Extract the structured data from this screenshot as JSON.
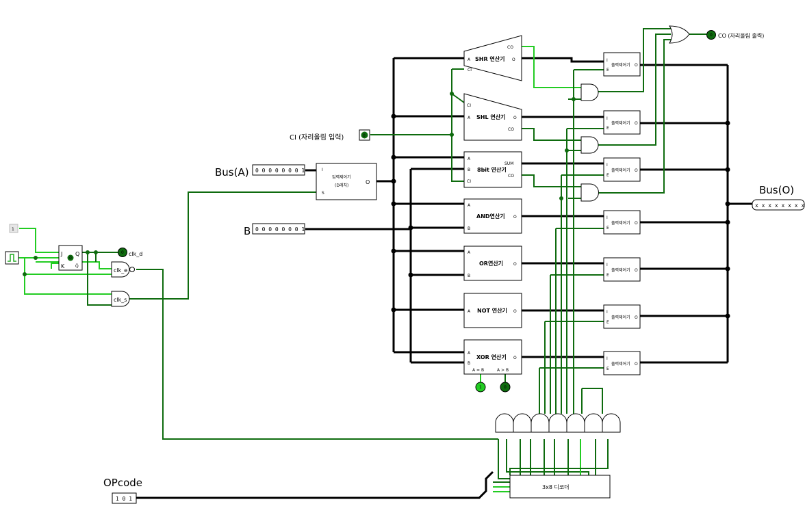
{
  "labels": {
    "bus_a": "Bus(A)",
    "b": "B",
    "bus_o": "Bus(O)",
    "opcode": "OPcode",
    "ci_input": "CI (자리올림 입력)",
    "co_output": "CO (자리올림 출력)",
    "clk_d": "clk_d",
    "clk_e": "clk_e",
    "clk_s": "clk_s"
  },
  "values": {
    "bus_a": "0 0 0 0 0 0 0 1",
    "b": "0 0 0 0 0 0 0 1",
    "bus_o": "x x x x x x x x",
    "opcode": "1 0 1",
    "const_one": "1",
    "ci_led": "0",
    "co_led": "0",
    "clk_d_led": "0",
    "jk_q": "0",
    "eq_led": "1",
    "gt_led": "0"
  },
  "components": {
    "input_controller": {
      "title": "입력제어기",
      "sub": "(D래치)",
      "pin_i": "I",
      "pin_s": "S",
      "pin_o": "O"
    },
    "shr": {
      "name": "SHR 연산기",
      "pins": [
        "A",
        "CI",
        "CO",
        "O"
      ]
    },
    "shl": {
      "name": "SHL 연산기",
      "pins": [
        "CI",
        "A",
        "O",
        "CO"
      ]
    },
    "adder": {
      "name": "8bit 연산기",
      "pins": [
        "A",
        "B",
        "CI",
        "SUM",
        "CO"
      ]
    },
    "and": {
      "name": "AND연산기",
      "pins": [
        "A",
        "B",
        "O"
      ]
    },
    "or": {
      "name": "OR연산기",
      "pins": [
        "A",
        "B",
        "O"
      ]
    },
    "not": {
      "name": "NOT 연산기",
      "pins": [
        "A",
        "O"
      ]
    },
    "xor": {
      "name": "XOR 연산기",
      "pins": [
        "A",
        "B",
        "O",
        "A = B",
        "A > B"
      ]
    },
    "decoder": {
      "name": "3x8 디코더"
    },
    "output_controller": {
      "name": "출력제어기",
      "pins": [
        "I",
        "E",
        "O"
      ]
    },
    "jk_ff": {
      "pins": [
        "J",
        "K",
        "Q",
        "Q̄"
      ]
    }
  },
  "colors": {
    "wire_bus": "#000000",
    "wire_off": "#0e6b0e",
    "wire_on": "#22cc22"
  }
}
